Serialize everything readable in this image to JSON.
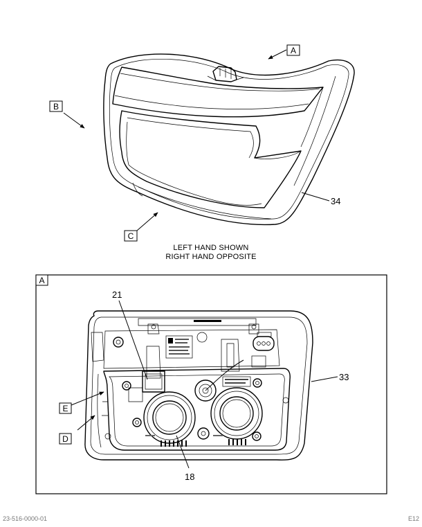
{
  "figure": {
    "callouts": {
      "view_a": "A",
      "view_b": "B",
      "view_c": "C",
      "view_d": "D",
      "view_e": "E",
      "detail_a": "A"
    },
    "parts": {
      "housing": "34",
      "lamp_body": "33",
      "connector": "21",
      "lens": "18"
    },
    "caption": {
      "line1": "LEFT HAND SHOWN",
      "line2": "RIGHT HAND OPPOSITE"
    },
    "footer": {
      "doc_number": "23-516-0000-01",
      "page": "E12"
    }
  }
}
